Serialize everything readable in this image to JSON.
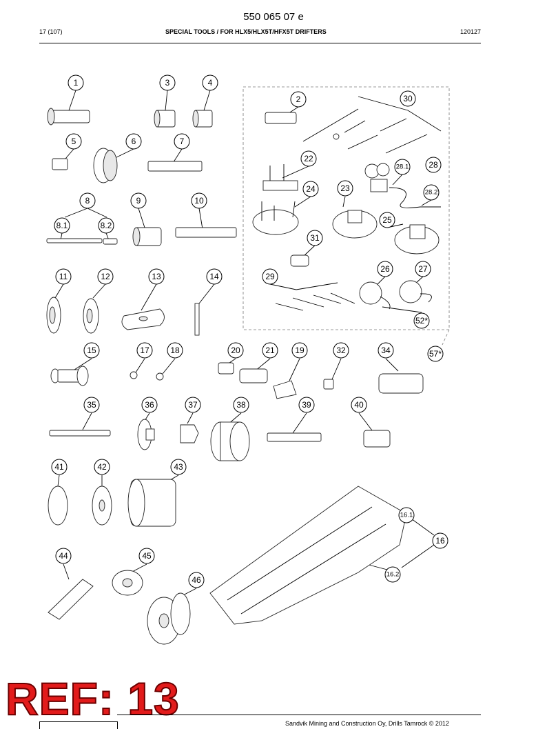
{
  "header": {
    "doc_number": "550 065 07 e",
    "page": "17 (107)",
    "title": "SPECIAL TOOLS / FOR HLX5/HLX5T/HFX5T DRIFTERS",
    "date_code": "120127"
  },
  "callouts": [
    "1",
    "3",
    "4",
    "2",
    "30",
    "5",
    "6",
    "7",
    "22",
    "28.1",
    "28",
    "24",
    "23",
    "28.2",
    "8",
    "9",
    "10",
    "25",
    "8.1",
    "8.2",
    "31",
    "26",
    "27",
    "11",
    "12",
    "13",
    "14",
    "29",
    "52*",
    "57*",
    "15",
    "17",
    "18",
    "20",
    "21",
    "19",
    "32",
    "34",
    "35",
    "36",
    "37",
    "38",
    "39",
    "40",
    "41",
    "42",
    "43",
    "16.1",
    "16",
    "44",
    "45",
    "46",
    "16.2"
  ],
  "stamp": "REF: 13",
  "footer": {
    "text": "Sandvik Mining and Construction Oy, Drills Tamrock © 2012"
  }
}
